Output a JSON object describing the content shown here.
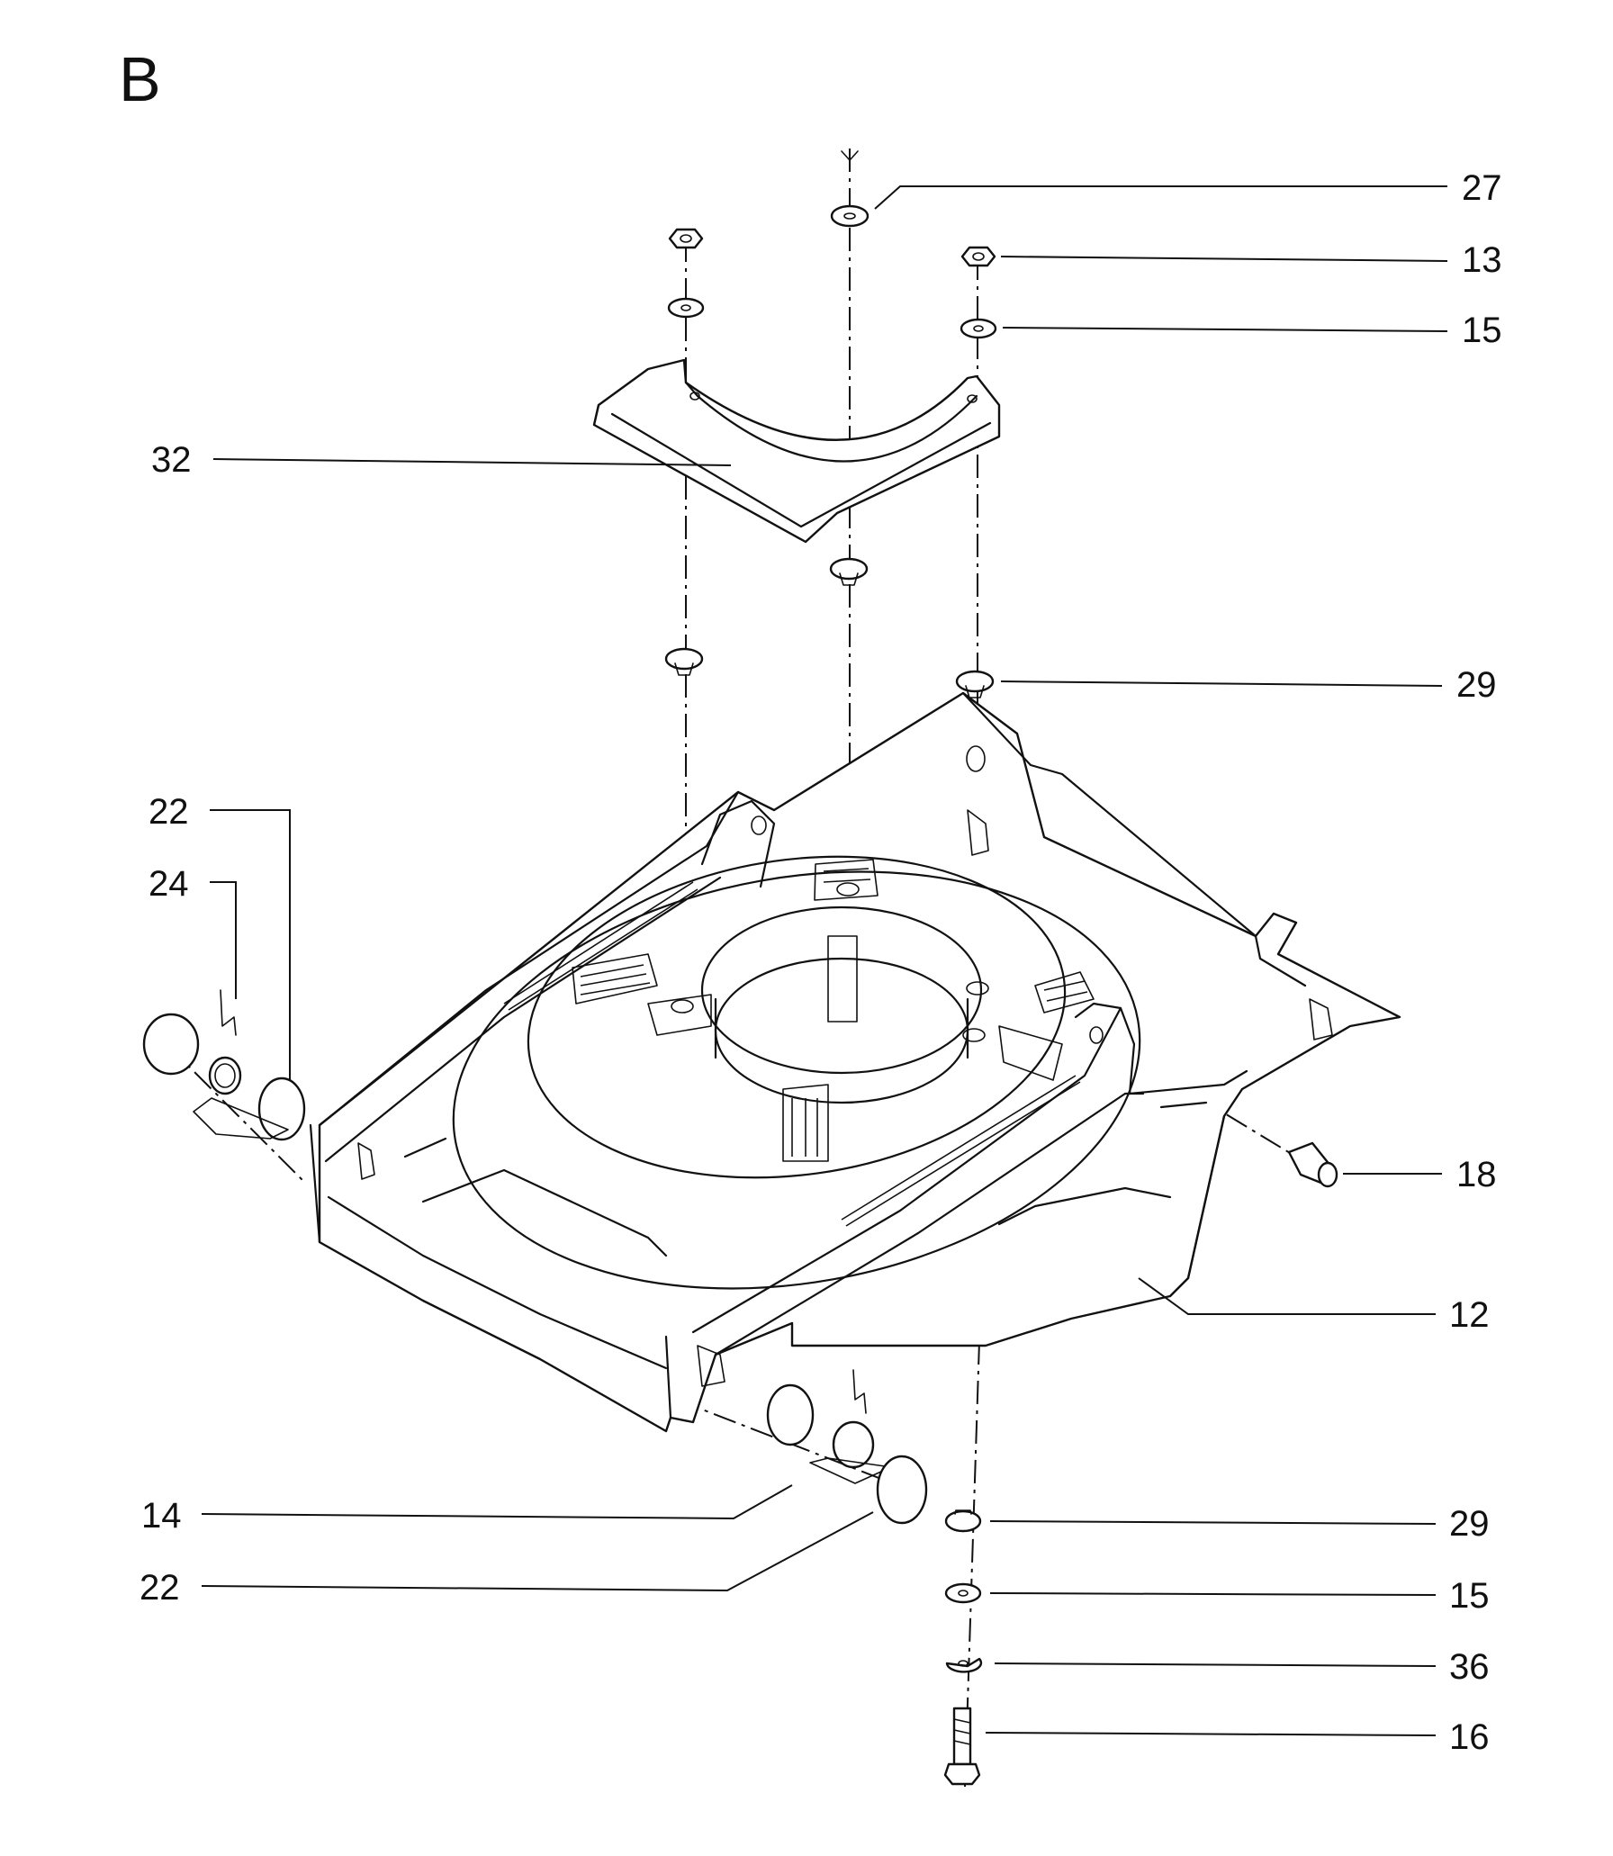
{
  "diagram": {
    "section_letter": "B",
    "callouts": [
      {
        "id": "27",
        "label": "27"
      },
      {
        "id": "13",
        "label": "13"
      },
      {
        "id": "15a",
        "label": "15"
      },
      {
        "id": "32",
        "label": "32"
      },
      {
        "id": "29a",
        "label": "29"
      },
      {
        "id": "22a",
        "label": "22"
      },
      {
        "id": "24",
        "label": "24"
      },
      {
        "id": "18",
        "label": "18"
      },
      {
        "id": "12",
        "label": "12"
      },
      {
        "id": "14",
        "label": "14"
      },
      {
        "id": "22b",
        "label": "22"
      },
      {
        "id": "29b",
        "label": "29"
      },
      {
        "id": "15b",
        "label": "15"
      },
      {
        "id": "36",
        "label": "36"
      },
      {
        "id": "16",
        "label": "16"
      }
    ],
    "colors": {
      "ink": "#111111",
      "paper": "#ffffff"
    }
  }
}
